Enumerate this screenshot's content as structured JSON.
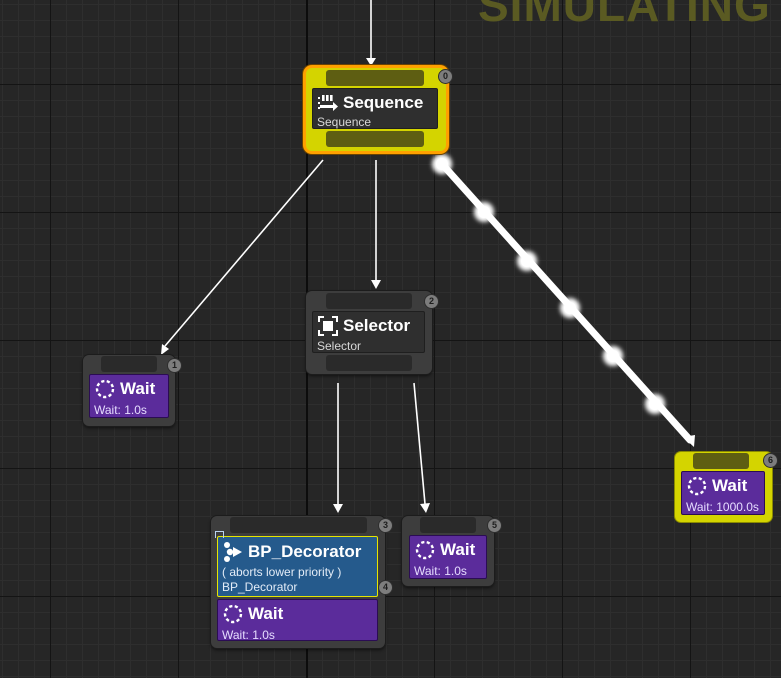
{
  "watermark": "SIMULATING",
  "nodes": {
    "sequence": {
      "title": "Sequence",
      "subtitle": "Sequence",
      "index": "0"
    },
    "wait1": {
      "title": "Wait",
      "subtitle": "Wait: 1.0s",
      "index": "1"
    },
    "selector": {
      "title": "Selector",
      "subtitle": "Selector",
      "index": "2"
    },
    "bp_decorator": {
      "title": "BP_Decorator",
      "abort_text": "( aborts lower priority )",
      "subtitle": "BP_Decorator",
      "index": "3"
    },
    "wait4": {
      "title": "Wait",
      "subtitle": "Wait: 1.0s",
      "index": "4"
    },
    "wait5": {
      "title": "Wait",
      "subtitle": "Wait: 1.0s",
      "index": "5"
    },
    "wait6": {
      "title": "Wait",
      "subtitle": "Wait: 1000.0s",
      "index": "6"
    }
  },
  "colors": {
    "active_node": "#d4d400",
    "selected_outline": "#ffa000",
    "task": "#5b2c9b",
    "decorator": "#255a8c",
    "wire": "#ffffff"
  },
  "icons": {
    "sequence": "sequence-icon",
    "selector": "selector-icon",
    "wait": "wait-icon",
    "decorator": "decorator-icon"
  }
}
